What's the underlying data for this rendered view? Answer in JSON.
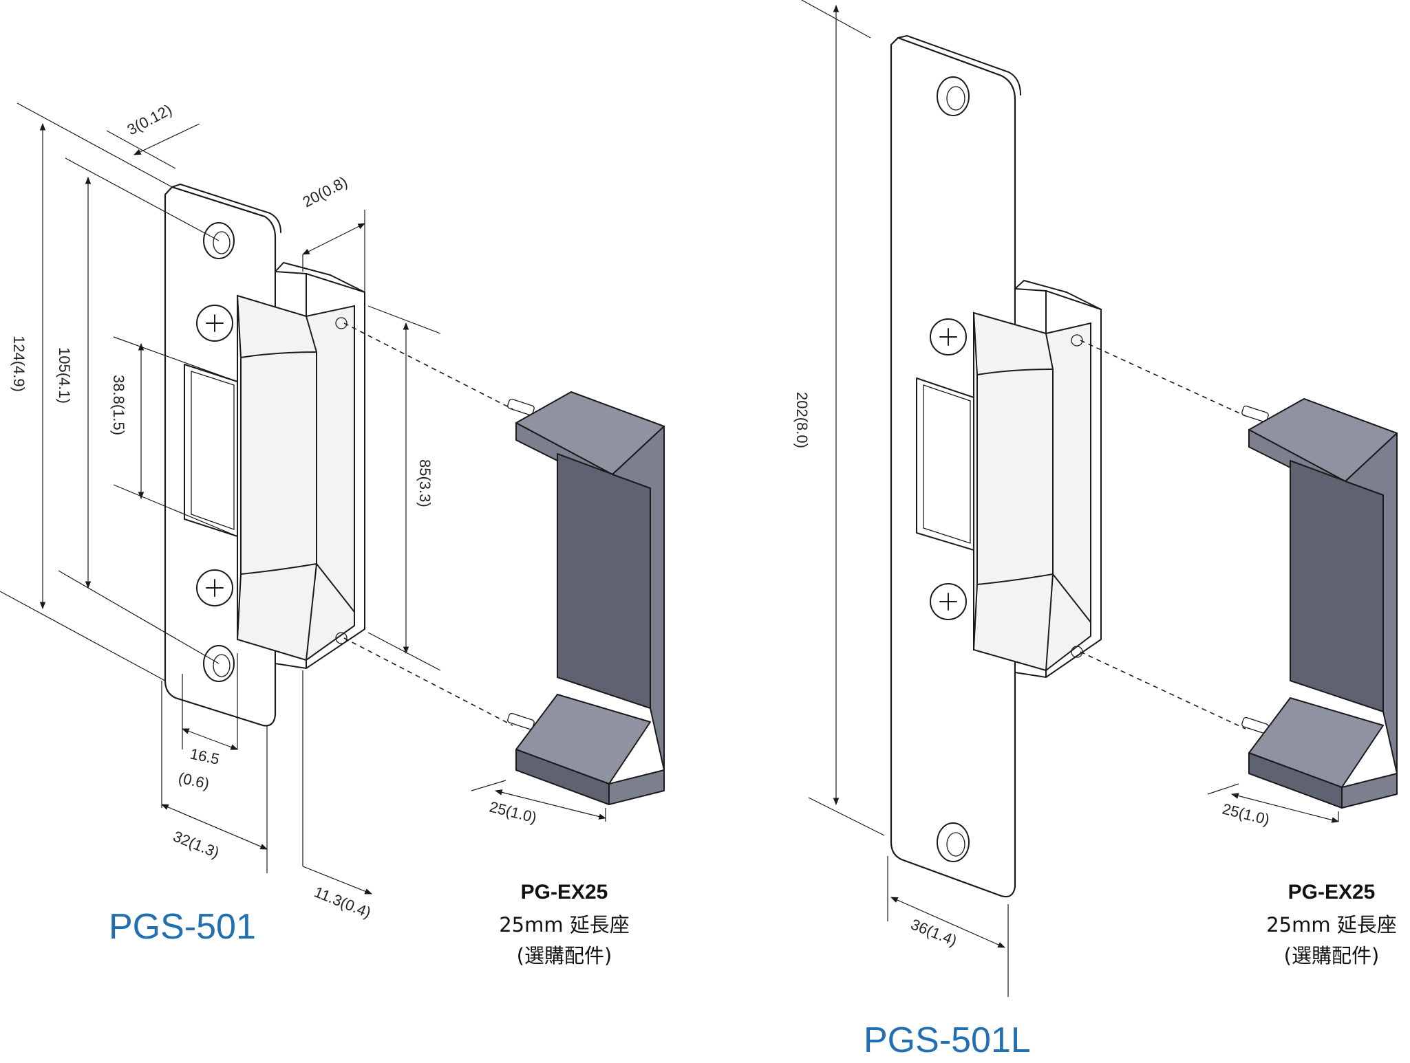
{
  "models": {
    "left": "PGS-501",
    "right": "PGS-501L"
  },
  "accessory": {
    "left": {
      "name": "PG-EX25",
      "desc": "25mm 延長座",
      "note": "(選購配件)"
    },
    "right": {
      "name": "PG-EX25",
      "desc": "25mm 延長座",
      "note": "(選購配件)"
    }
  },
  "dimensions": {
    "thickness": "3(0.12)",
    "depth": "20(0.8)",
    "total_height": "124(4.9)",
    "hole_spacing": "105(4.1)",
    "opening_height": "38.8(1.5)",
    "body_height": "85(3.3)",
    "opening_width_a": "16.5",
    "opening_width_b": "(0.6)",
    "plate_width": "32(1.3)",
    "offset": "11.3(0.4)",
    "ext_left": "25(1.0)",
    "long_height": "202(8.0)",
    "long_width": "36(1.4)",
    "ext_right": "25(1.0)"
  },
  "colors": {
    "model_label": "#1f6fb2",
    "extension_block": "#5f6270"
  },
  "icons": [
    "screw-icon"
  ]
}
